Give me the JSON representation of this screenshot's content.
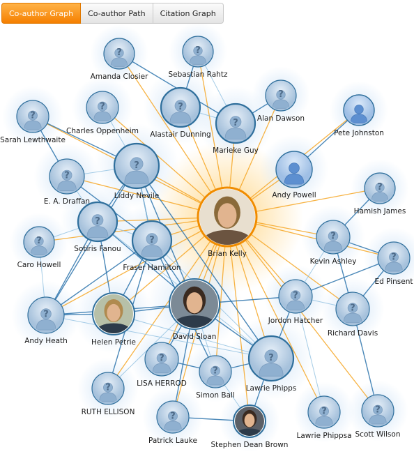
{
  "tabs": [
    {
      "label": "Co-author Graph",
      "active": true
    },
    {
      "label": "Co-author Path",
      "active": false
    },
    {
      "label": "Citation Graph",
      "active": false
    }
  ],
  "center_node": "Brian Kelly",
  "nodes": [
    {
      "name": "Brian Kelly",
      "kind": "photo-center"
    },
    {
      "name": "Amanda Closier",
      "kind": "unknown"
    },
    {
      "name": "Sebastian Rahtz",
      "kind": "unknown"
    },
    {
      "name": "Alan Dawson",
      "kind": "unknown"
    },
    {
      "name": "Pete Johnston",
      "kind": "silhouette"
    },
    {
      "name": "Sarah Lewthwaite",
      "kind": "unknown"
    },
    {
      "name": "Charles Oppenheim",
      "kind": "unknown"
    },
    {
      "name": "Alastair Dunning",
      "kind": "unknown"
    },
    {
      "name": "Marieke Guy",
      "kind": "unknown"
    },
    {
      "name": "E. A. Draffan",
      "kind": "unknown"
    },
    {
      "name": "Liddy Nevile",
      "kind": "unknown"
    },
    {
      "name": "Andy Powell",
      "kind": "silhouette"
    },
    {
      "name": "Hamish James",
      "kind": "unknown"
    },
    {
      "name": "Sotiris Fanou",
      "kind": "unknown"
    },
    {
      "name": "Caro Howell",
      "kind": "unknown"
    },
    {
      "name": "Fraser Hamilton",
      "kind": "unknown"
    },
    {
      "name": "Kevin Ashley",
      "kind": "unknown"
    },
    {
      "name": "Ed Pinsent",
      "kind": "unknown"
    },
    {
      "name": "Andy Heath",
      "kind": "unknown"
    },
    {
      "name": "Helen Petrie",
      "kind": "photo"
    },
    {
      "name": "David Sloan",
      "kind": "photo"
    },
    {
      "name": "Jordon Hatcher",
      "kind": "unknown"
    },
    {
      "name": "Richard Davis",
      "kind": "unknown"
    },
    {
      "name": "LISA HERROD",
      "kind": "unknown"
    },
    {
      "name": "Lawrie Phipps",
      "kind": "unknown"
    },
    {
      "name": "RUTH ELLISON",
      "kind": "unknown"
    },
    {
      "name": "Simon Ball",
      "kind": "unknown"
    },
    {
      "name": "Patrick Lauke",
      "kind": "unknown"
    },
    {
      "name": "Stephen Dean Brown",
      "kind": "photo"
    },
    {
      "name": "Lawrie Phippsa",
      "kind": "unknown"
    },
    {
      "name": "Scott Wilson",
      "kind": "unknown"
    }
  ],
  "edges": [
    [
      "Brian Kelly",
      "Amanda Closier"
    ],
    [
      "Brian Kelly",
      "Sebastian Rahtz"
    ],
    [
      "Brian Kelly",
      "Alan Dawson"
    ],
    [
      "Brian Kelly",
      "Pete Johnston"
    ],
    [
      "Brian Kelly",
      "Sarah Lewthwaite"
    ],
    [
      "Brian Kelly",
      "Charles Oppenheim"
    ],
    [
      "Brian Kelly",
      "Alastair Dunning"
    ],
    [
      "Brian Kelly",
      "Marieke Guy"
    ],
    [
      "Brian Kelly",
      "E. A. Draffan"
    ],
    [
      "Brian Kelly",
      "Liddy Nevile"
    ],
    [
      "Brian Kelly",
      "Andy Powell"
    ],
    [
      "Brian Kelly",
      "Hamish James"
    ],
    [
      "Brian Kelly",
      "Sotiris Fanou"
    ],
    [
      "Brian Kelly",
      "Caro Howell"
    ],
    [
      "Brian Kelly",
      "Fraser Hamilton"
    ],
    [
      "Brian Kelly",
      "Kevin Ashley"
    ],
    [
      "Brian Kelly",
      "Ed Pinsent"
    ],
    [
      "Brian Kelly",
      "Andy Heath"
    ],
    [
      "Brian Kelly",
      "Helen Petrie"
    ],
    [
      "Brian Kelly",
      "David Sloan"
    ],
    [
      "Brian Kelly",
      "Jordon Hatcher"
    ],
    [
      "Brian Kelly",
      "Richard Davis"
    ],
    [
      "Brian Kelly",
      "LISA HERROD"
    ],
    [
      "Brian Kelly",
      "Lawrie Phipps"
    ],
    [
      "Brian Kelly",
      "RUTH ELLISON"
    ],
    [
      "Brian Kelly",
      "Simon Ball"
    ],
    [
      "Brian Kelly",
      "Patrick Lauke"
    ],
    [
      "Brian Kelly",
      "Stephen Dean Brown"
    ],
    [
      "Brian Kelly",
      "Lawrie Phippsa"
    ],
    [
      "Brian Kelly",
      "Scott Wilson"
    ],
    [
      "Alastair Dunning",
      "Marieke Guy"
    ],
    [
      "Alastair Dunning",
      "Sebastian Rahtz"
    ],
    [
      "Marieke Guy",
      "Alan Dawson"
    ],
    [
      "Marieke Guy",
      "Sebastian Rahtz"
    ],
    [
      "Amanda Closier",
      "Marieke Guy"
    ],
    [
      "Andy Powell",
      "Pete Johnston"
    ],
    [
      "Liddy Nevile",
      "E. A. Draffan"
    ],
    [
      "Liddy Nevile",
      "Sotiris Fanou"
    ],
    [
      "Liddy Nevile",
      "Fraser Hamilton"
    ],
    [
      "Liddy Nevile",
      "Charles Oppenheim"
    ],
    [
      "Liddy Nevile",
      "Sarah Lewthwaite"
    ],
    [
      "Liddy Nevile",
      "Andy Heath"
    ],
    [
      "E. A. Draffan",
      "Sotiris Fanou"
    ],
    [
      "E. A. Draffan",
      "Fraser Hamilton"
    ],
    [
      "E. A. Draffan",
      "Sarah Lewthwaite"
    ],
    [
      "Sotiris Fanou",
      "Fraser Hamilton"
    ],
    [
      "Sotiris Fanou",
      "David Sloan"
    ],
    [
      "Sotiris Fanou",
      "Helen Petrie"
    ],
    [
      "Sotiris Fanou",
      "Caro Howell"
    ],
    [
      "Fraser Hamilton",
      "David Sloan"
    ],
    [
      "Fraser Hamilton",
      "Helen Petrie"
    ],
    [
      "Fraser Hamilton",
      "Lawrie Phipps"
    ],
    [
      "Fraser Hamilton",
      "Andy Heath"
    ],
    [
      "Fraser Hamilton",
      "Simon Ball"
    ],
    [
      "Fraser Hamilton",
      "Liddy Nevile"
    ],
    [
      "Helen Petrie",
      "David Sloan"
    ],
    [
      "Helen Petrie",
      "Andy Heath"
    ],
    [
      "Helen Petrie",
      "Lawrie Phipps"
    ],
    [
      "David Sloan",
      "Lawrie Phipps"
    ],
    [
      "David Sloan",
      "LISA HERROD"
    ],
    [
      "David Sloan",
      "Simon Ball"
    ],
    [
      "David Sloan",
      "Andy Heath"
    ],
    [
      "David Sloan",
      "Patrick Lauke"
    ],
    [
      "David Sloan",
      "RUTH ELLISON"
    ],
    [
      "David Sloan",
      "Liddy Nevile"
    ],
    [
      "David Sloan",
      "Jordon Hatcher"
    ],
    [
      "Andy Heath",
      "Caro Howell"
    ],
    [
      "Andy Heath",
      "Sotiris Fanou"
    ],
    [
      "Lawrie Phipps",
      "Simon Ball"
    ],
    [
      "Lawrie Phipps",
      "Sotiris Fanou"
    ],
    [
      "Lawrie Phipps",
      "Liddy Nevile"
    ],
    [
      "Kevin Ashley",
      "Ed Pinsent"
    ],
    [
      "Kevin Ashley",
      "Jordon Hatcher"
    ],
    [
      "Kevin Ashley",
      "Richard Davis"
    ],
    [
      "Kevin Ashley",
      "Hamish James"
    ],
    [
      "Jordon Hatcher",
      "Richard Davis"
    ],
    [
      "Jordon Hatcher",
      "Ed Pinsent"
    ],
    [
      "Jordon Hatcher",
      "Lawrie Phipps"
    ],
    [
      "Jordon Hatcher",
      "Lawrie Phippsa"
    ],
    [
      "Richard Davis",
      "Ed Pinsent"
    ],
    [
      "Richard Davis",
      "Scott Wilson"
    ],
    [
      "Simon Ball",
      "Stephen Dean Brown"
    ],
    [
      "Patrick Lauke",
      "Stephen Dean Brown"
    ],
    [
      "Stephen Dean Brown",
      "Lawrie Phipps"
    ],
    [
      "Andy Heath",
      "Lawrie Phipps"
    ],
    [
      "RUTH ELLISON",
      "Fraser Hamilton"
    ],
    [
      "LISA HERROD",
      "Simon Ball"
    ]
  ],
  "colors": {
    "center_edge": "#f6a623",
    "edge": "#1e6aa6",
    "edge_light": "#8fbfe0",
    "node_fill": "#b8cfe6",
    "node_ring": "#2f6f9c",
    "tab_active": "#f57f00"
  }
}
